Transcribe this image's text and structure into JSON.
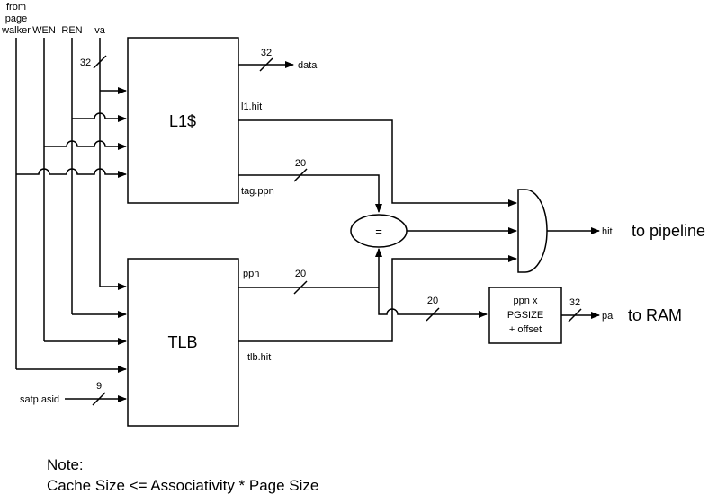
{
  "inputs": {
    "from_page_walker": [
      "from",
      "page",
      "walker"
    ],
    "wen": "WEN",
    "ren": "REN",
    "va": "va",
    "satp_asid": "satp.asid"
  },
  "bus_widths": {
    "va_in": "32",
    "data_out": "32",
    "tag_ppn": "20",
    "tlb_ppn": "20",
    "ppn_to_calc": "20",
    "pa_out": "32",
    "asid": "9"
  },
  "blocks": {
    "l1": "L1$",
    "tlb": "TLB",
    "compare": "=",
    "pa_calc": [
      "ppn x",
      "PGSIZE",
      "+ offset"
    ]
  },
  "ports": {
    "l1_hit": "l1.hit",
    "tag_ppn": "tag.ppn",
    "ppn": "ppn",
    "tlb_hit": "tlb.hit"
  },
  "outputs": {
    "data": "data",
    "hit": "hit",
    "to_pipeline": "to pipeline",
    "pa": "pa",
    "to_ram": "to RAM"
  },
  "note": {
    "title": "Note:",
    "text": "Cache Size <= Associativity * Page Size"
  }
}
